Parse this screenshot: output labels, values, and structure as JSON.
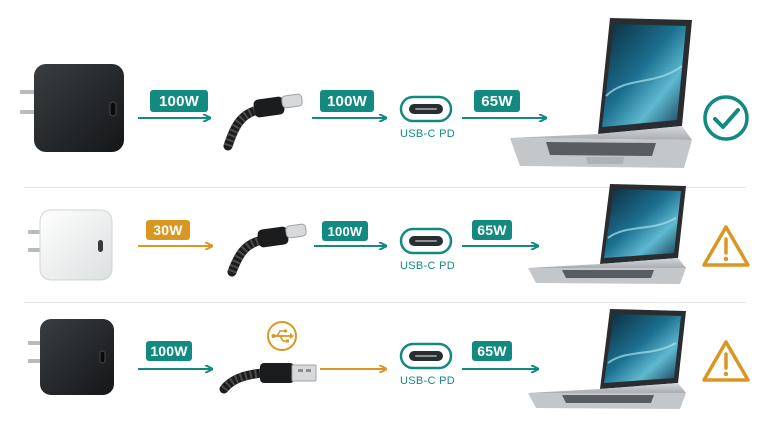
{
  "colors": {
    "teal": "#128a7f",
    "orange": "#d99722",
    "charger_black": "#1f2224",
    "charger_white": "#f3f4f4"
  },
  "rows": [
    {
      "charger": {
        "color": "black",
        "wattage": "100W"
      },
      "cable": {
        "wattage": "100W",
        "type": "USB-C cable"
      },
      "port": {
        "label": "USB-C PD"
      },
      "laptop": {
        "wattage": "65W"
      },
      "status": {
        "icon": "check-circle-icon",
        "color": "teal"
      }
    },
    {
      "charger": {
        "color": "white",
        "wattage": "30W"
      },
      "cable": {
        "wattage": "100W",
        "type": "USB-C cable"
      },
      "port": {
        "label": "USB-C PD"
      },
      "laptop": {
        "wattage": "65W"
      },
      "status": {
        "icon": "warning-triangle-icon",
        "color": "orange"
      }
    },
    {
      "charger": {
        "color": "black",
        "wattage": "100W"
      },
      "cable": {
        "wattage": "",
        "type": "USB-A cable",
        "icon": "usb-symbol-icon"
      },
      "port": {
        "label": "USB-C PD"
      },
      "laptop": {
        "wattage": "65W"
      },
      "status": {
        "icon": "warning-triangle-icon",
        "color": "orange"
      }
    }
  ]
}
